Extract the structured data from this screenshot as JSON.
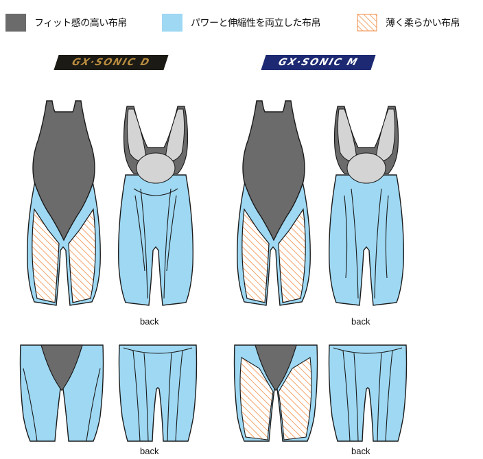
{
  "legend": [
    {
      "label": "フィット感の高い布帛",
      "pattern": "solid-gray",
      "color": "#6b6b6b"
    },
    {
      "label": "パワーと伸縮性を両立した布帛",
      "pattern": "solid-light-blue",
      "color": "#9ed8f3"
    },
    {
      "label": "薄く柔らかい布帛",
      "pattern": "orange-hatch",
      "color": "#f08a40"
    }
  ],
  "models": [
    {
      "logo": "GX·SONIC D",
      "logo_bg": "#1c1a14",
      "logo_fg": "#b98d3f"
    },
    {
      "logo": "GX·SONIC M",
      "logo_bg": "#1d2a73",
      "logo_fg": "#ffffff"
    }
  ],
  "back_labels": [
    "back",
    "back",
    "back",
    "back"
  ],
  "colors": {
    "gray": "#6b6b6b",
    "light_gray": "#d4d4d4",
    "blue": "#9ed8f3",
    "hatch": "#f08a40",
    "outline": "#1a1a1a"
  }
}
